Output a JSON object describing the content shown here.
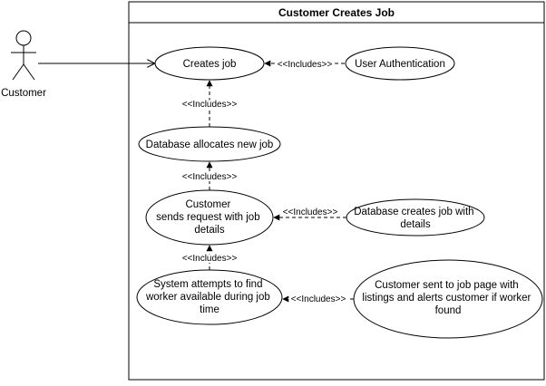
{
  "system": {
    "title": "Customer Creates Job"
  },
  "actor": {
    "label": "Customer"
  },
  "use_cases": {
    "creates_job": [
      "Creates job"
    ],
    "user_auth": [
      "User Authentication"
    ],
    "db_allocates": [
      "Database allocates new job"
    ],
    "sends_request": [
      "Customer",
      "sends request with job",
      "details"
    ],
    "db_creates": [
      "Database creates job with",
      "details"
    ],
    "system_attempts": [
      "System attempts to find",
      "worker available during job",
      "time"
    ],
    "customer_sent": [
      "Customer sent to job page with",
      "listings and alerts customer if worker",
      "found"
    ]
  },
  "includes_label": "<<Includes>>"
}
